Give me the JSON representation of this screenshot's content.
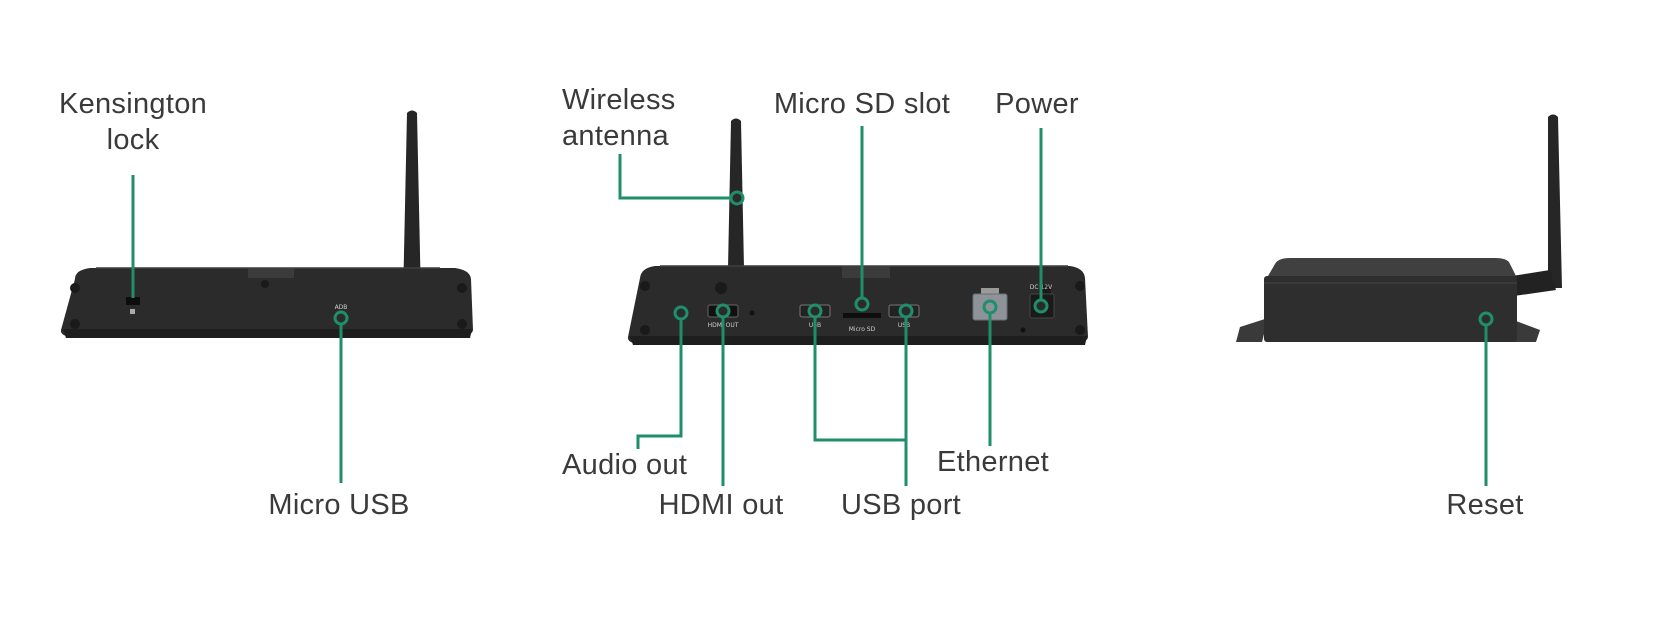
{
  "colors": {
    "leader": "#1f8f6b",
    "device": "#2b2b2b",
    "device_light": "#3a3a3a",
    "text": "#3a3a3a"
  },
  "labels": {
    "kensington_l1": "Kensington",
    "kensington_l2": "lock",
    "micro_usb": "Micro USB",
    "wireless_l1": "Wireless",
    "wireless_l2": "antenna",
    "micro_sd": "Micro SD slot",
    "power": "Power",
    "audio_out": "Audio out",
    "hdmi_out": "HDMI out",
    "usb_port": "USB port",
    "ethernet": "Ethernet",
    "reset": "Reset"
  },
  "port_markings": {
    "adb": "ADB",
    "hdmi": "HDMI OUT",
    "usb_a": "USB",
    "usb_b": "USB",
    "micro_sd": "Micro SD",
    "dc": "DC 12V"
  }
}
